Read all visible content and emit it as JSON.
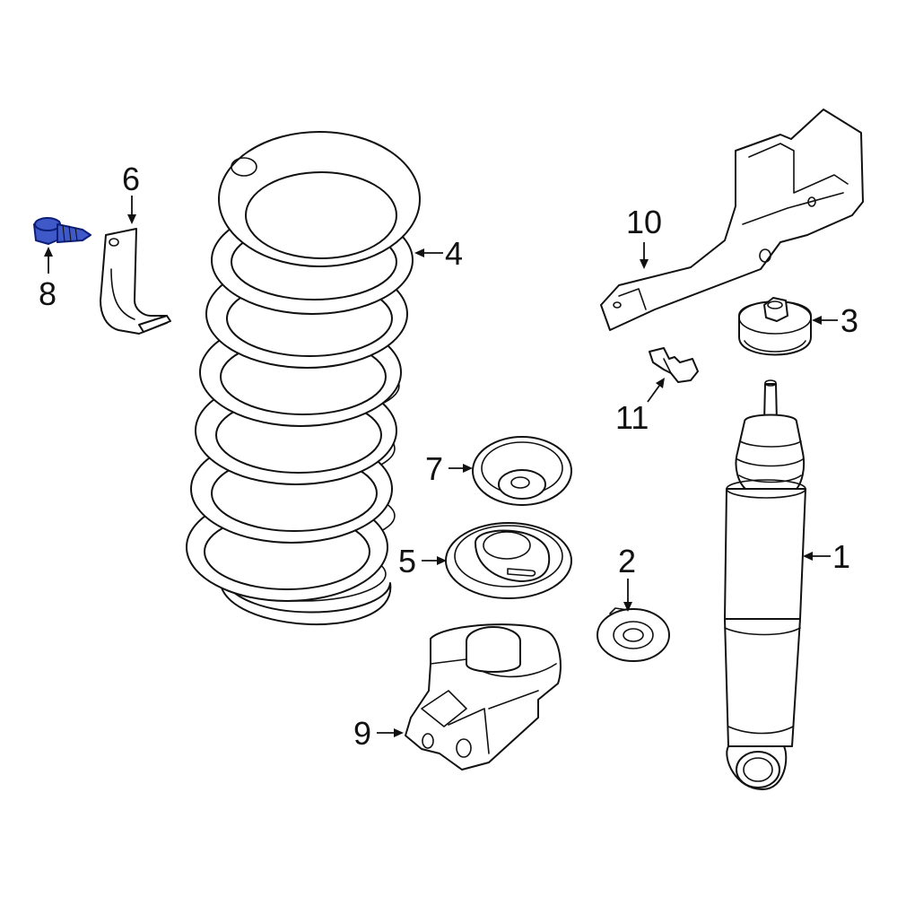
{
  "callouts": {
    "p1": "1",
    "p2": "2",
    "p3": "3",
    "p4": "4",
    "p5": "5",
    "p6": "6",
    "p7": "7",
    "p8": "8",
    "p9": "9",
    "p10": "10",
    "p11": "11"
  },
  "parts": [
    {
      "ref": "1",
      "name": "shock-absorber-icon"
    },
    {
      "ref": "2",
      "name": "bump-stop-washer-icon"
    },
    {
      "ref": "3",
      "name": "upper-nut-mount-icon"
    },
    {
      "ref": "4",
      "name": "coil-spring-icon"
    },
    {
      "ref": "5",
      "name": "lower-spring-seat-icon"
    },
    {
      "ref": "6",
      "name": "bracket-icon"
    },
    {
      "ref": "7",
      "name": "upper-spring-seat-icon"
    },
    {
      "ref": "8",
      "name": "bolt-icon"
    },
    {
      "ref": "9",
      "name": "lower-mount-icon"
    },
    {
      "ref": "10",
      "name": "heat-shield-icon"
    },
    {
      "ref": "11",
      "name": "stud-bolt-icon"
    }
  ],
  "colors": {
    "line": "#111111",
    "background": "#ffffff",
    "highlight_fill": "#3f59c8",
    "highlight_stroke": "#0c1e7a"
  },
  "highlighted_part": "8"
}
